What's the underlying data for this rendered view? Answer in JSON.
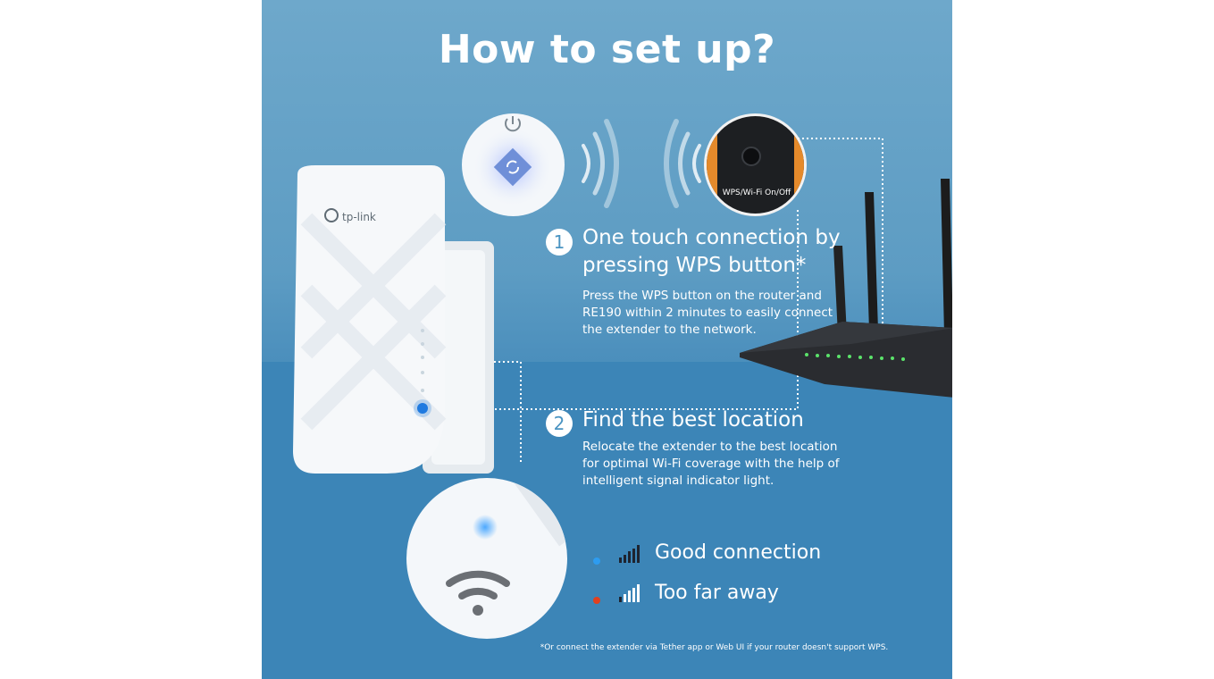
{
  "title": "How to set up?",
  "brand_logo": "tp-link",
  "router_button_label": "WPS/Wi-Fi On/Off",
  "steps": [
    {
      "number": "1",
      "title_line1": "One touch connection by",
      "title_line2": "pressing WPS button*",
      "desc_line1": "Press the WPS button on the router and",
      "desc_line2": "RE190 within 2 minutes to easily connect",
      "desc_line3": "the extender to the network."
    },
    {
      "number": "2",
      "title_line1": "Find the best location",
      "desc_line1": "Relocate the extender to the best location",
      "desc_line2": "for optimal Wi-Fi coverage with the help of",
      "desc_line3": "intelligent signal indicator light."
    }
  ],
  "legend": [
    {
      "label": "Good connection",
      "color": "#2d9cf0",
      "icon": "signal-bars-icon"
    },
    {
      "label": "Too far away",
      "color": "#e0401f",
      "icon": "signal-bars-icon"
    }
  ],
  "footnote": "*Or connect the extender via Tether app or Web UI if your router doesn't support WPS.",
  "colors": {
    "panel_top": "#6ea8cb",
    "panel_bottom": "#3a83b6",
    "accent_dots": "#8fe0ff"
  }
}
